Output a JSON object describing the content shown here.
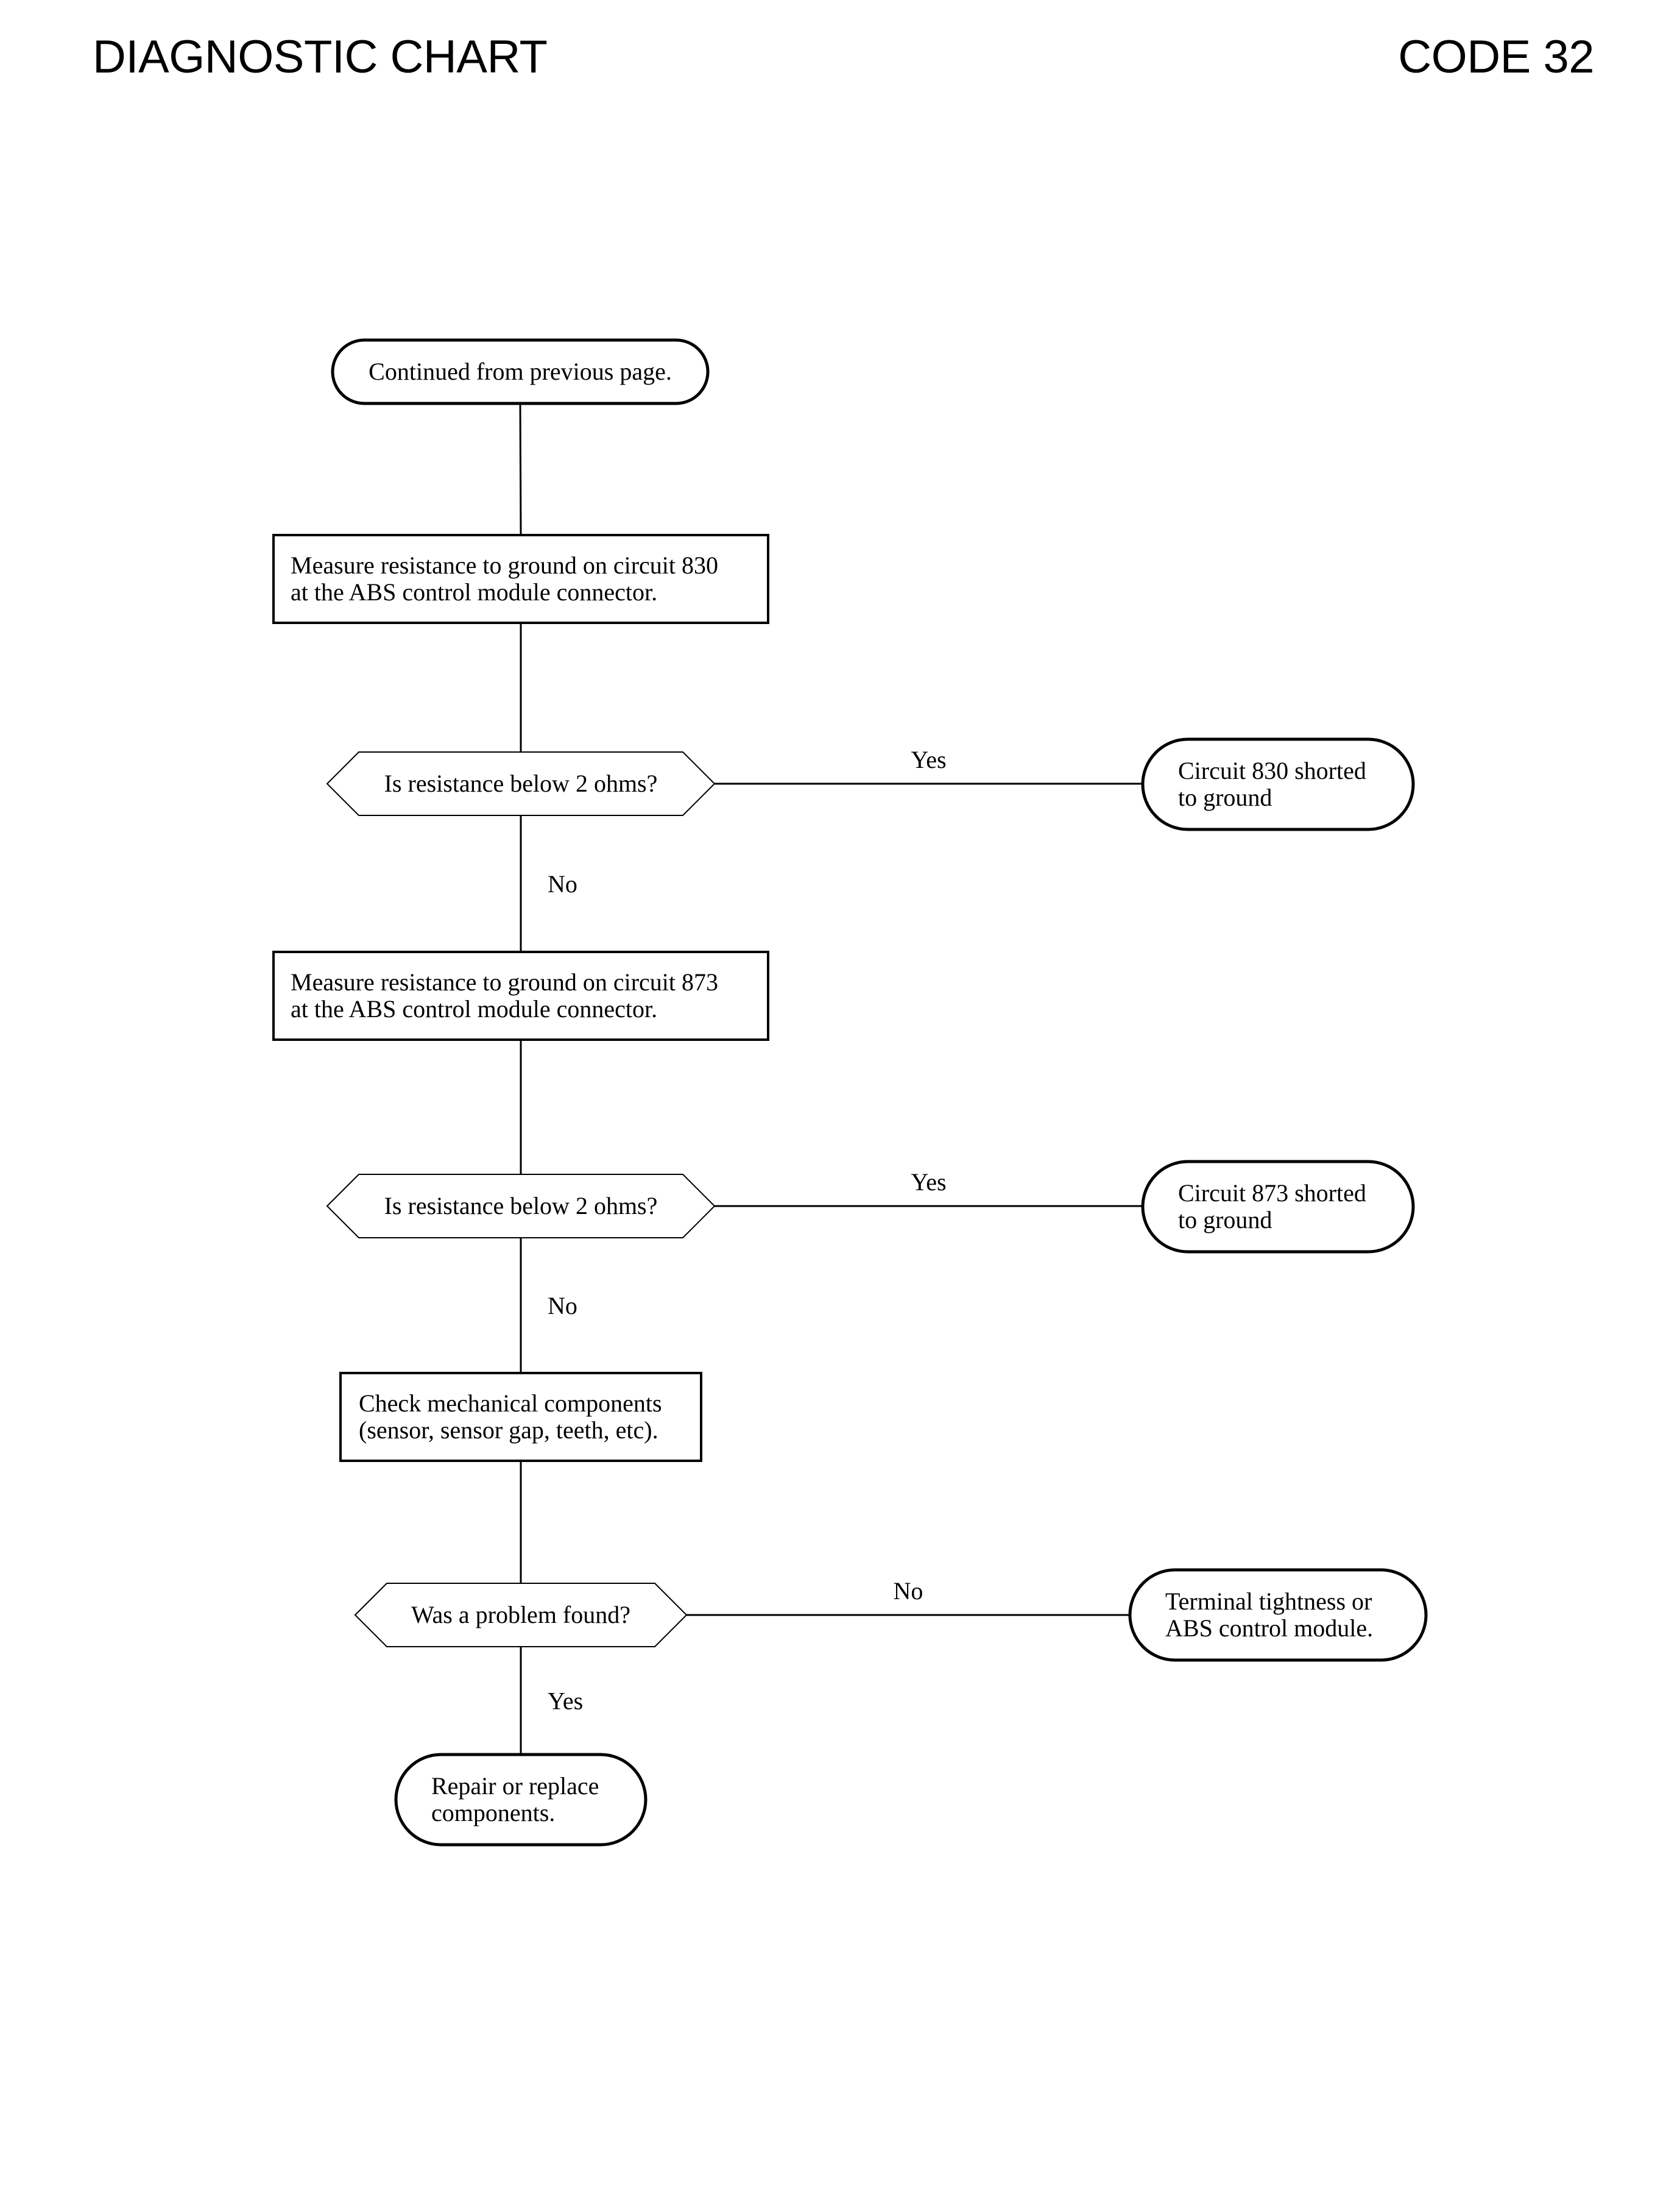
{
  "header": {
    "title": "DIAGNOSTIC CHART",
    "code": "CODE 32"
  },
  "flowchart": {
    "nodes": {
      "start": {
        "type": "terminal",
        "lines": [
          "Continued from previous page."
        ]
      },
      "measure_830": {
        "type": "process",
        "lines": [
          "Measure resistance to ground on circuit 830",
          "at the ABS control module connector."
        ]
      },
      "decision_830": {
        "type": "decision",
        "lines": [
          "Is resistance below 2 ohms?"
        ]
      },
      "result_830": {
        "type": "terminal",
        "lines": [
          "Circuit 830 shorted",
          "to ground"
        ]
      },
      "measure_873": {
        "type": "process",
        "lines": [
          "Measure resistance to ground on circuit 873",
          "at the ABS control module connector."
        ]
      },
      "decision_873": {
        "type": "decision",
        "lines": [
          "Is resistance below 2 ohms?"
        ]
      },
      "result_873": {
        "type": "terminal",
        "lines": [
          "Circuit 873 shorted",
          "to ground"
        ]
      },
      "check_mechanical": {
        "type": "process",
        "lines": [
          "Check mechanical components",
          "(sensor, sensor gap, teeth, etc)."
        ]
      },
      "decision_problem": {
        "type": "decision",
        "lines": [
          "Was a problem found?"
        ]
      },
      "result_terminal": {
        "type": "terminal",
        "lines": [
          "Terminal tightness or",
          "ABS control module."
        ]
      },
      "repair": {
        "type": "terminal",
        "lines": [
          "Repair or replace",
          "components."
        ]
      }
    },
    "edges": [
      {
        "from": "start",
        "to": "measure_830",
        "label": ""
      },
      {
        "from": "measure_830",
        "to": "decision_830",
        "label": ""
      },
      {
        "from": "decision_830",
        "to": "result_830",
        "label": "Yes"
      },
      {
        "from": "decision_830",
        "to": "measure_873",
        "label": "No"
      },
      {
        "from": "measure_873",
        "to": "decision_873",
        "label": ""
      },
      {
        "from": "decision_873",
        "to": "result_873",
        "label": "Yes"
      },
      {
        "from": "decision_873",
        "to": "check_mechanical",
        "label": "No"
      },
      {
        "from": "check_mechanical",
        "to": "decision_problem",
        "label": ""
      },
      {
        "from": "decision_problem",
        "to": "result_terminal",
        "label": "No"
      },
      {
        "from": "decision_problem",
        "to": "repair",
        "label": "Yes"
      }
    ]
  }
}
